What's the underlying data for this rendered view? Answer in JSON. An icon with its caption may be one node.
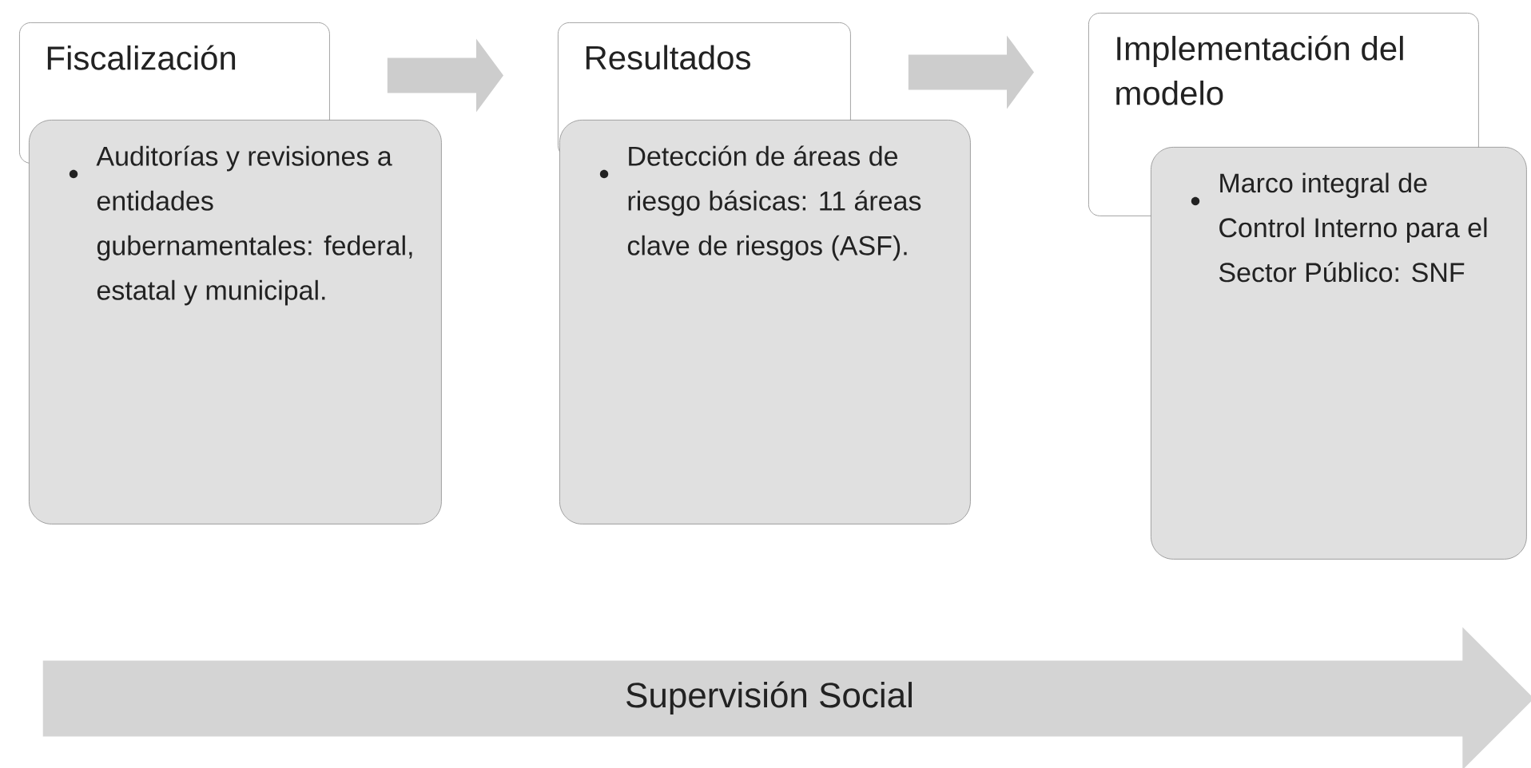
{
  "diagram": {
    "nodes": [
      {
        "text": [
          "Fiscalización"
        ]
      },
      {
        "text": [
          "Auditorías y revisiones a entidades gubernamentales: federal, estatal y municipal."
        ]
      },
      {
        "text": [
          "Resultados"
        ]
      },
      {
        "text": [
          "Detección de áreas de riesgo básicas: 11 áreas clave de riesgos (ASF)."
        ]
      },
      {
        "text": [
          "Implementación del modelo"
        ]
      },
      {
        "text": [
          "Marco integral de Control Interno para el Sector Público: SNF"
        ]
      },
      {
        "text": [
          "Supervisión Social"
        ]
      }
    ],
    "edges": [
      {
        "from": 0,
        "to": 2,
        "arrow": "to"
      },
      {
        "from": 2,
        "to": 4,
        "arrow": "to"
      }
    ]
  }
}
